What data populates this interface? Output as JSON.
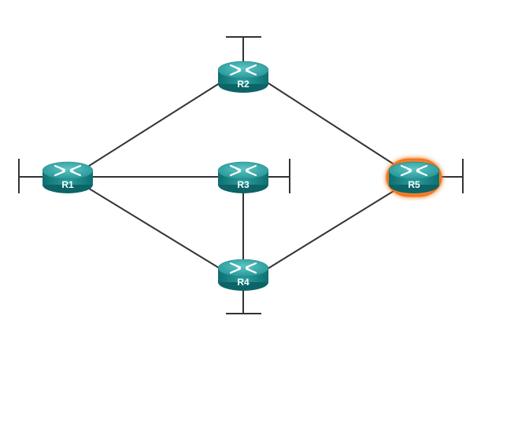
{
  "diagram": {
    "routers": [
      {
        "id": "R1",
        "label": "R1",
        "highlighted": false
      },
      {
        "id": "R2",
        "label": "R2",
        "highlighted": false
      },
      {
        "id": "R3",
        "label": "R3",
        "highlighted": false
      },
      {
        "id": "R4",
        "label": "R4",
        "highlighted": false
      },
      {
        "id": "R5",
        "label": "R5",
        "highlighted": true
      }
    ],
    "links": [
      [
        "R1",
        "R2"
      ],
      [
        "R2",
        "R5"
      ],
      [
        "R1",
        "R3"
      ],
      [
        "R3",
        "R4"
      ],
      [
        "R1",
        "R4"
      ],
      [
        "R4",
        "R5"
      ]
    ],
    "lan_segments": [
      "R1",
      "R2",
      "R3",
      "R4",
      "R5"
    ],
    "colors": {
      "router_body": "#1f8a8a",
      "router_top": "#3fb0b0",
      "highlight": "#f07820",
      "link": "#333333"
    }
  }
}
